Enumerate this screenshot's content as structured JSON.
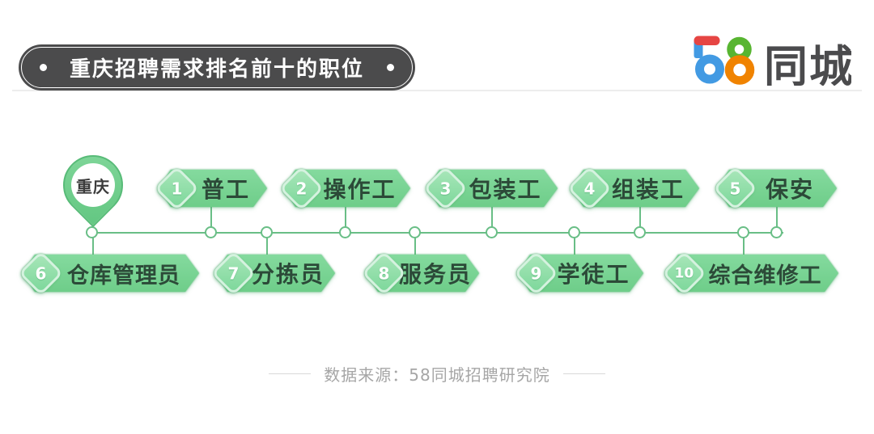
{
  "header": {
    "title": "重庆招聘需求排名前十的职位",
    "logo": {
      "label": "58同城",
      "number": "58",
      "cn": "同城"
    }
  },
  "diagram": {
    "origin_label": "重庆",
    "items": [
      {
        "rank": "1",
        "label": "普工"
      },
      {
        "rank": "2",
        "label": "操作工"
      },
      {
        "rank": "3",
        "label": "包装工"
      },
      {
        "rank": "4",
        "label": "组装工"
      },
      {
        "rank": "5",
        "label": "保安"
      },
      {
        "rank": "6",
        "label": "仓库管理员"
      },
      {
        "rank": "7",
        "label": "分拣员"
      },
      {
        "rank": "8",
        "label": "服务员"
      },
      {
        "rank": "9",
        "label": "学徒工"
      },
      {
        "rank": "10",
        "label": "综合维修工"
      }
    ]
  },
  "footer": {
    "source": "数据来源：58同城招聘研究院"
  },
  "colors": {
    "ribbon_green": "#72d08e",
    "ribbon_outline": "#55b273",
    "badge_green": "#93dfa9",
    "badge_border": "#d5f2df",
    "line_green": "#69be86",
    "title_bar_bg": "#4b4b4c",
    "ribbon_text": "#2c4a38",
    "footer_text": "#a6a6a6",
    "logo_blue": "#429ae3",
    "logo_red": "#e64543",
    "logo_green": "#58b531",
    "logo_orange": "#f08300",
    "logo_gray": "#4b4b4d"
  }
}
